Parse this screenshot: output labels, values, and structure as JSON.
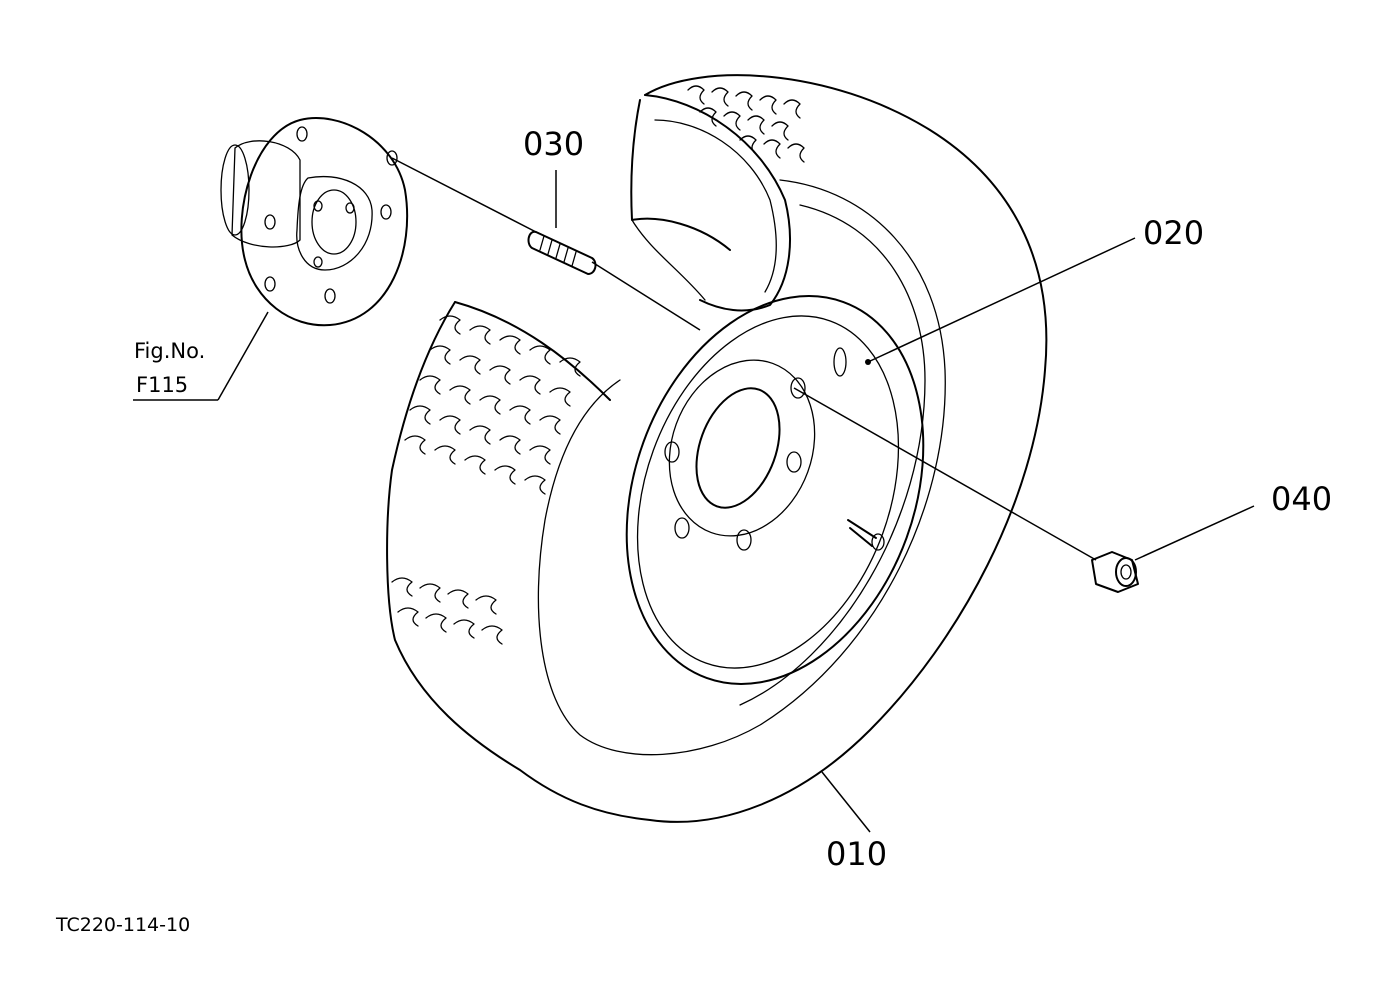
{
  "callouts": {
    "tire": "010",
    "rim": "020",
    "stud": "030",
    "nut": "040"
  },
  "reference": {
    "line1": "Fig.No.",
    "line2": "F115"
  },
  "drawing_code": "TC220-114-10"
}
